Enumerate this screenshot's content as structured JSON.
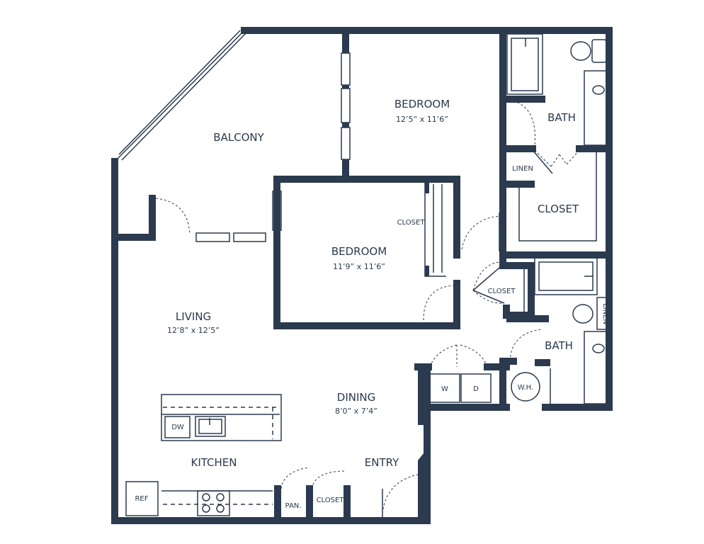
{
  "rooms": {
    "balcony": {
      "name": "BALCONY"
    },
    "bedroom1": {
      "name": "BEDROOM",
      "dims": "12’5” x 11’6”"
    },
    "bedroom2": {
      "name": "BEDROOM",
      "dims": "11’9” x 11’6”"
    },
    "living": {
      "name": "LIVING",
      "dims": "12’8” x 12’5”"
    },
    "dining": {
      "name": "DINING",
      "dims": "8’0” x 7’4”"
    },
    "kitchen": {
      "name": "KITCHEN"
    },
    "entry": {
      "name": "ENTRY"
    },
    "bath1": {
      "name": "BATH"
    },
    "bath2": {
      "name": "BATH"
    },
    "closet_main": {
      "name": "CLOSET"
    }
  },
  "fixtures": {
    "closet_bedroom2": "CLOSET",
    "closet_hall": "CLOSET",
    "closet_kitchen": "CLOSET",
    "linen1": "LINEN",
    "linen2": "LINEN",
    "washer": "W",
    "dryer": "D",
    "water_heater": "W.H.",
    "dishwasher": "DW",
    "refrigerator": "REF",
    "pantry": "PAN."
  },
  "colors": {
    "wall": "#2b3a4e",
    "background": "#ffffff"
  }
}
